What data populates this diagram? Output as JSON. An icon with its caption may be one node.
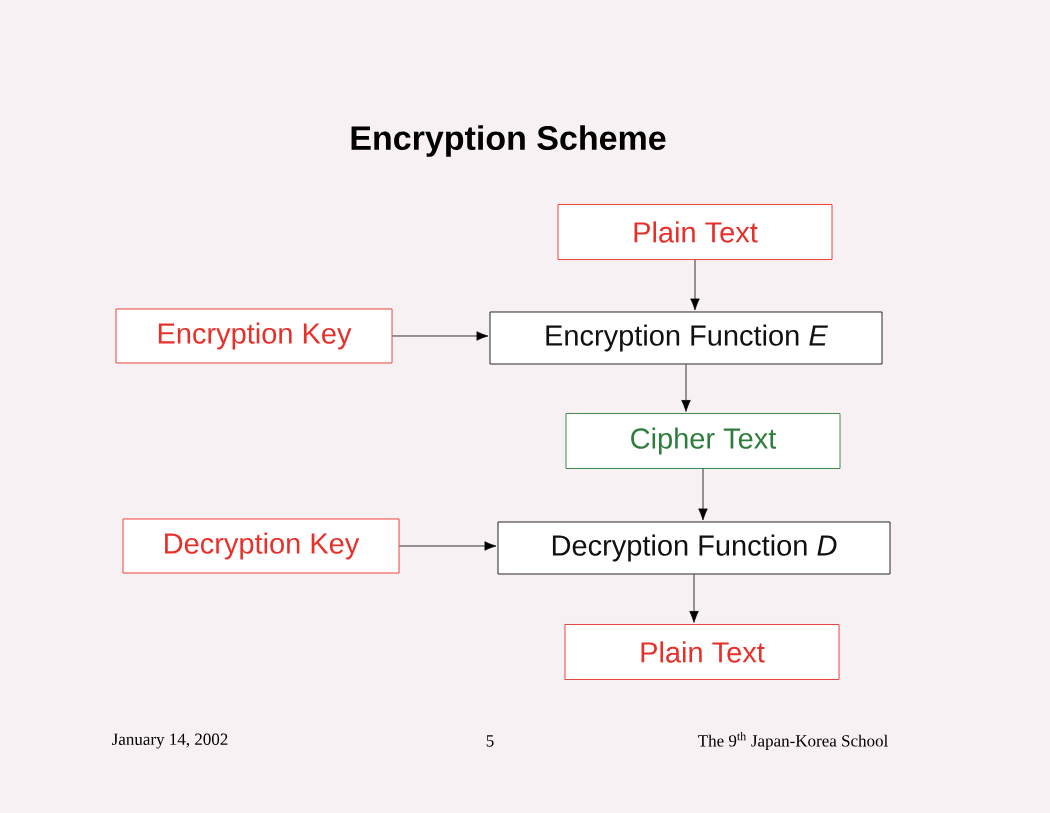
{
  "diagram": {
    "title": "Encryption Scheme",
    "nodes": [
      {
        "text": [
          "Plain Text"
        ]
      },
      {
        "text": [
          "Encryption Key"
        ]
      },
      {
        "text": [
          "Encryption Function *E*"
        ]
      },
      {
        "text": [
          "Cipher Text"
        ]
      },
      {
        "text": [
          "Decryption Key"
        ]
      },
      {
        "text": [
          "Decryption Function *D*"
        ]
      },
      {
        "text": [
          "Plain Text"
        ]
      }
    ],
    "edges": [
      {
        "from": 0,
        "to": 2,
        "arrow": "to"
      },
      {
        "from": 1,
        "to": 2,
        "arrow": "to"
      },
      {
        "from": 2,
        "to": 3,
        "arrow": "to"
      },
      {
        "from": 3,
        "to": 5,
        "arrow": "to"
      },
      {
        "from": 4,
        "to": 5,
        "arrow": "to"
      },
      {
        "from": 5,
        "to": 6,
        "arrow": "to"
      }
    ],
    "labels": [
      "January 14, 2002",
      "5",
      "The 9$^{th}$ Japan-Korea School"
    ]
  }
}
